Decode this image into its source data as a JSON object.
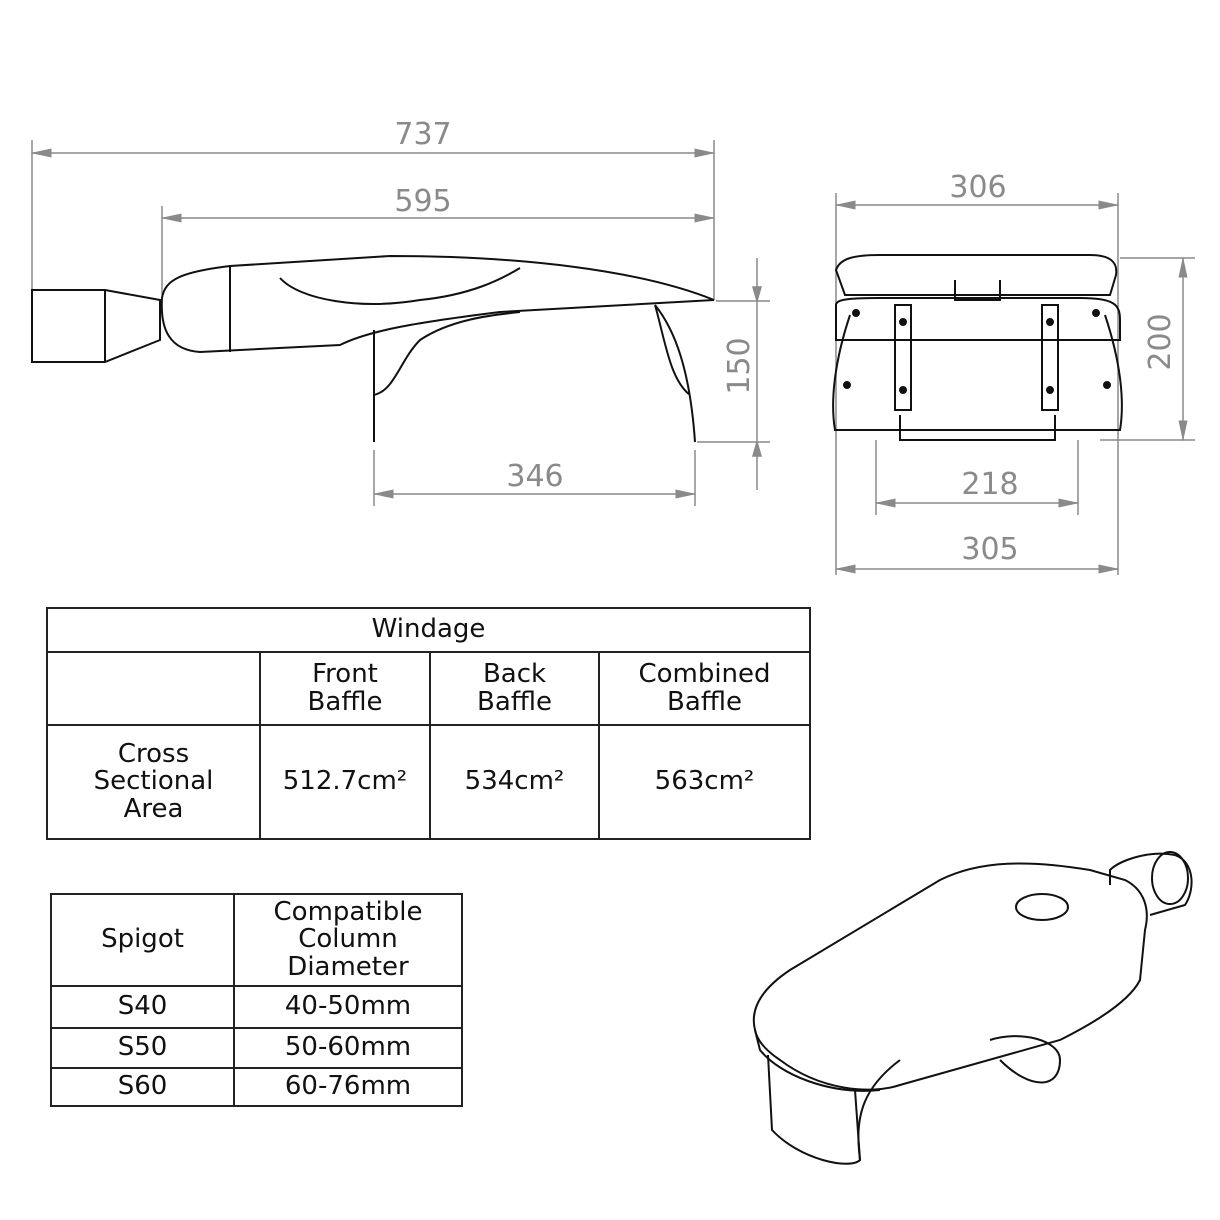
{
  "dimensions": {
    "side_overall_length": "737",
    "side_body_length": "595",
    "side_baffle_length": "346",
    "side_height": "150",
    "front_top_width": "306",
    "front_height": "200",
    "front_inner_width": "218",
    "front_bottom_width": "305"
  },
  "windage_table": {
    "title": "Windage",
    "headers": [
      "",
      "Front\nBaffle",
      "Back\nBaffle",
      "Combined\nBaffle"
    ],
    "row_label": "Cross\nSectional\nArea",
    "values": [
      "512.7cm²",
      "534cm²",
      "563cm²"
    ]
  },
  "spigot_table": {
    "headers": [
      "Spigot",
      "Compatible\nColumn\nDiameter"
    ],
    "rows": [
      {
        "spigot": "S40",
        "diameter": "40-50mm"
      },
      {
        "spigot": "S50",
        "diameter": "50-60mm"
      },
      {
        "spigot": "S60",
        "diameter": "60-76mm"
      }
    ]
  },
  "colors": {
    "dimension": "#8a8a8a",
    "outline": "#111111"
  }
}
